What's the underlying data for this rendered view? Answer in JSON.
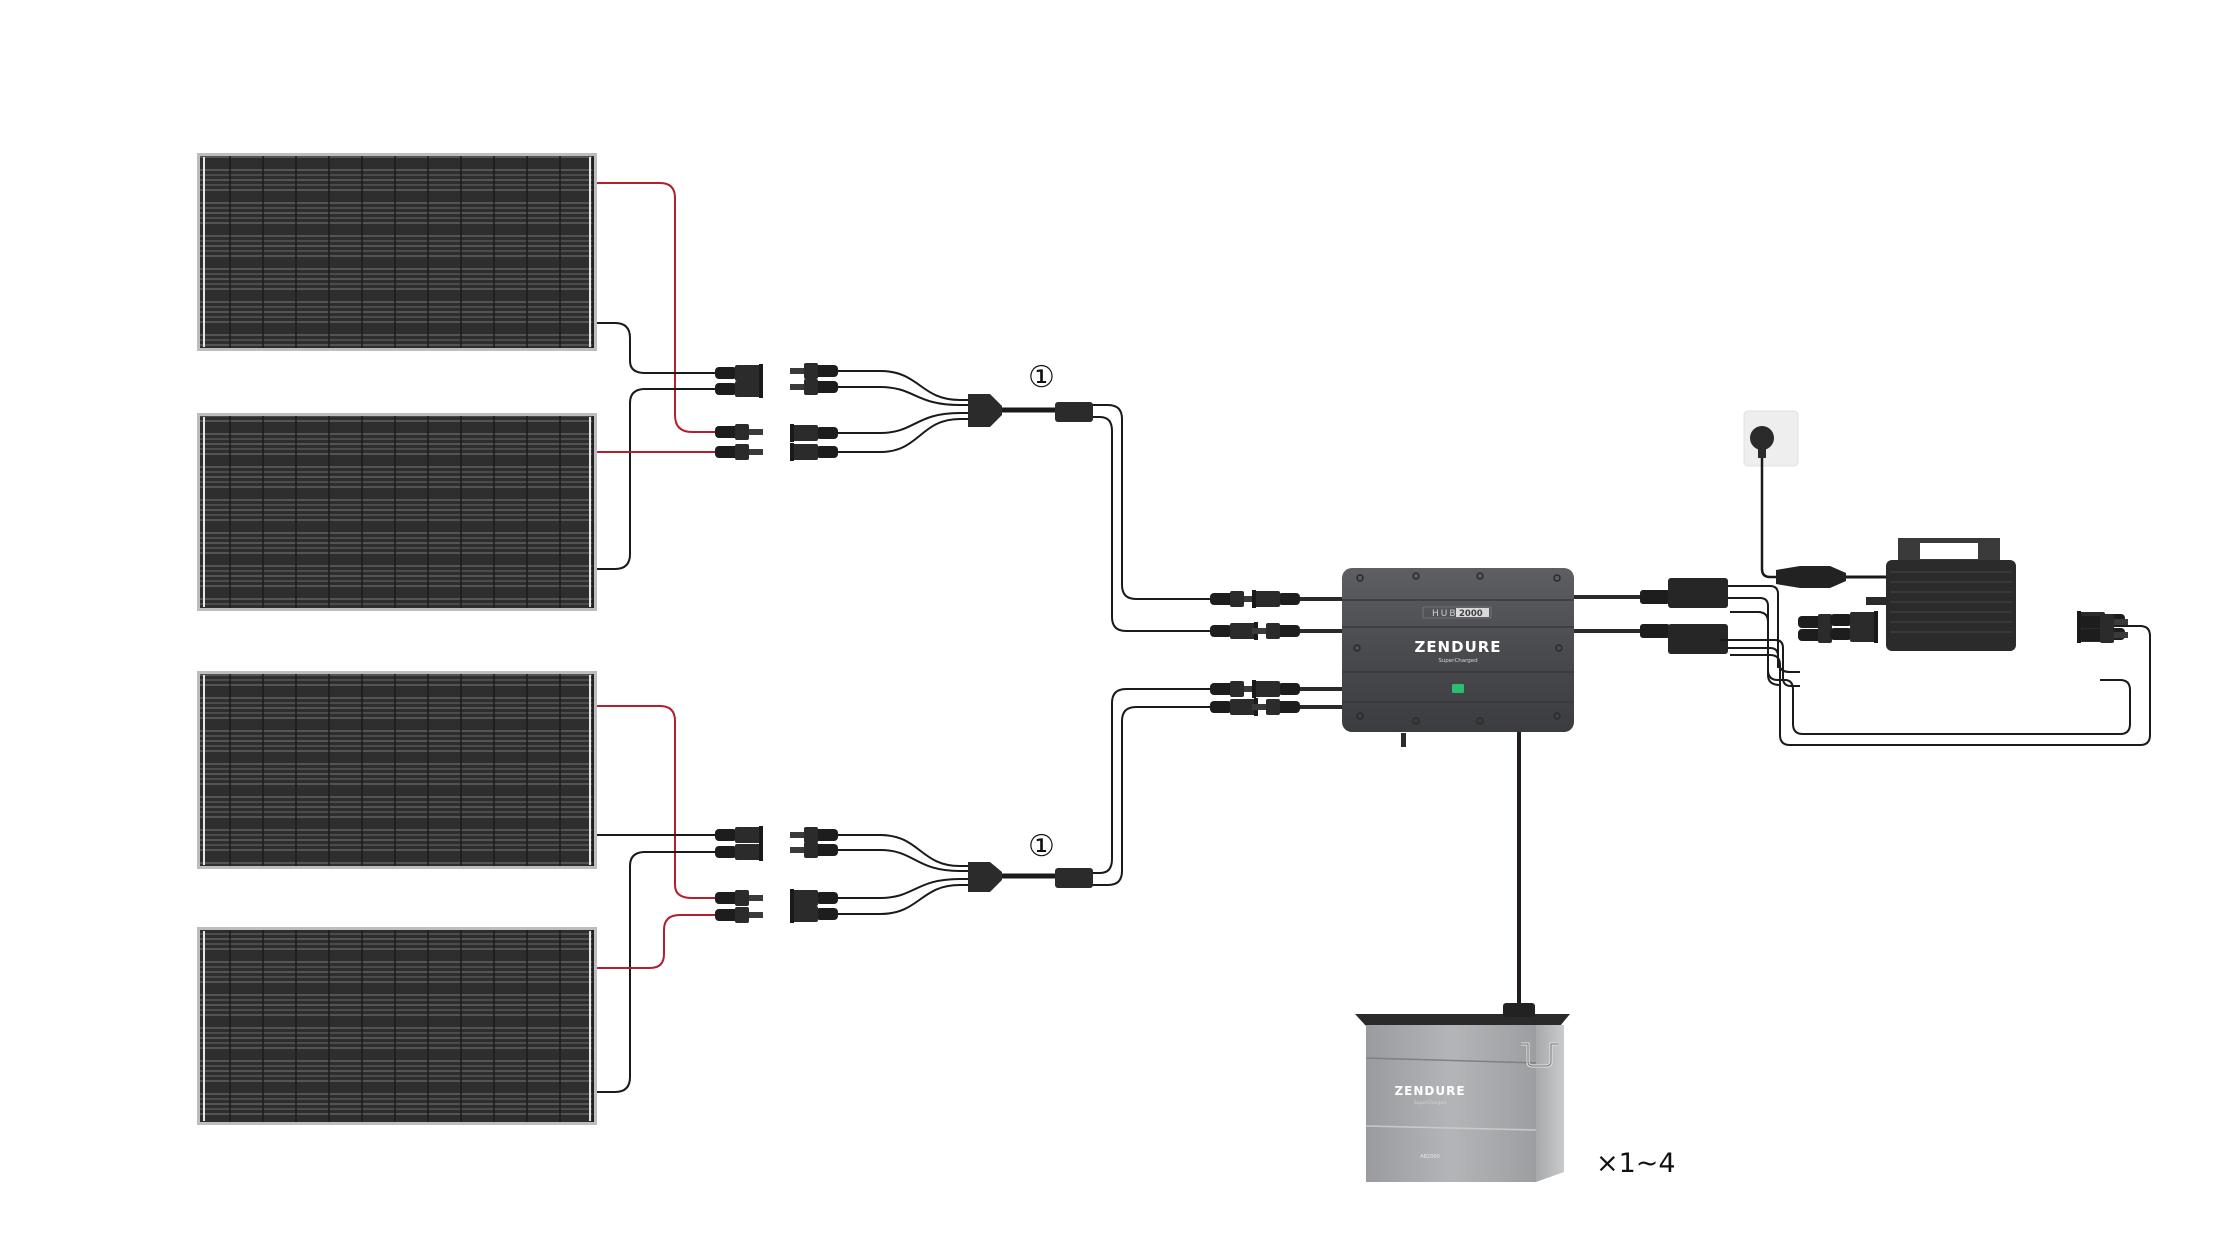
{
  "diagram": {
    "title": "Solar wiring diagram",
    "components": {
      "solar_panels": {
        "count": 4,
        "color": "#2f2f2f"
      },
      "branch_connector": {
        "marker": "①"
      },
      "hub": {
        "brand": "ZENDURE",
        "tagline": "SuperCharged",
        "model_prefix": "HUB",
        "model_number": "2000",
        "status_led_color": "#2dbd6e"
      },
      "battery": {
        "brand": "ZENDURE",
        "tagline": "SuperCharged",
        "model_label": "AB2000",
        "quantity": "×1~4"
      },
      "microinverter": {
        "color": "#2a2a2a"
      },
      "wall_socket": {
        "color": "#eeeeee"
      }
    },
    "wire_colors": {
      "positive": "#b3202c",
      "negative": "#1a1a1a"
    },
    "markers": [
      "①",
      "①"
    ]
  }
}
